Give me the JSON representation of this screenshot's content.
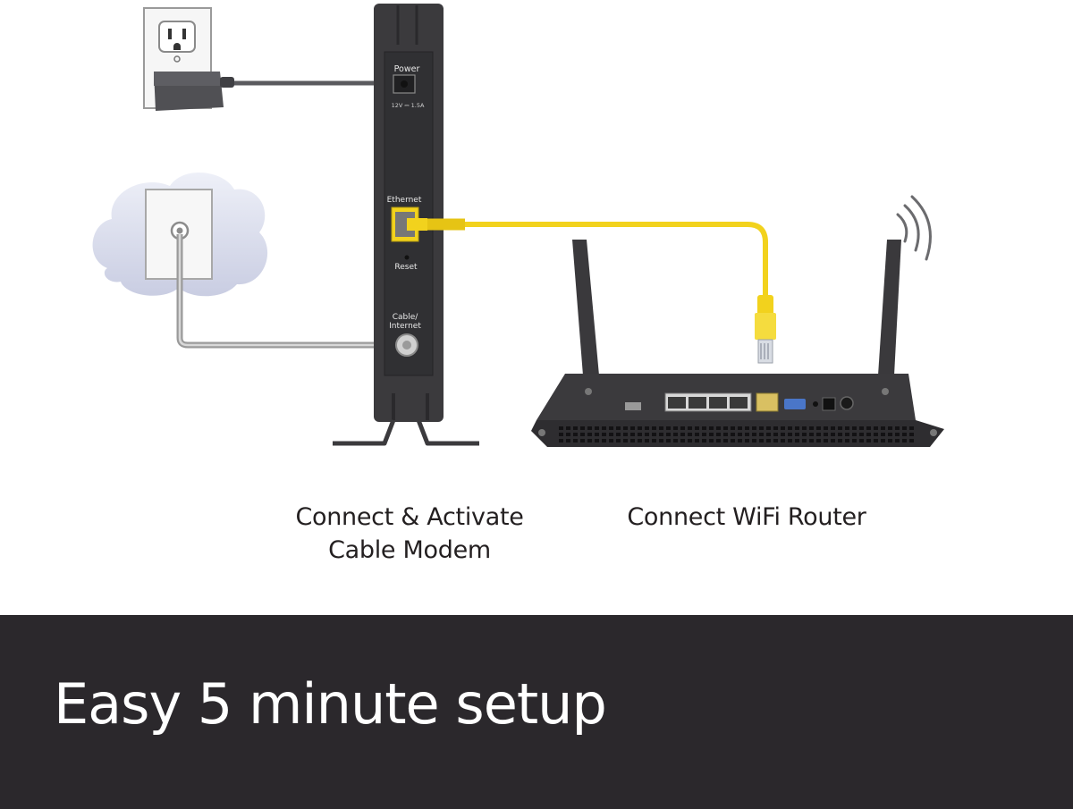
{
  "modem": {
    "power_label": "Power",
    "power_spec": "12V ⎓ 1.5A",
    "ethernet_label": "Ethernet",
    "reset_label": "Reset",
    "cable_label_line1": "Cable/",
    "cable_label_line2": "Internet"
  },
  "steps": {
    "modem_caption_line1": "Connect & Activate",
    "modem_caption_line2": "Cable Modem",
    "router_caption": "Connect WiFi Router"
  },
  "banner": {
    "text": "Easy 5 minute setup"
  },
  "colors": {
    "ethernet_cable": "#f2d21d",
    "device_body": "#3b3a3d",
    "banner_bg": "#2b282c"
  }
}
